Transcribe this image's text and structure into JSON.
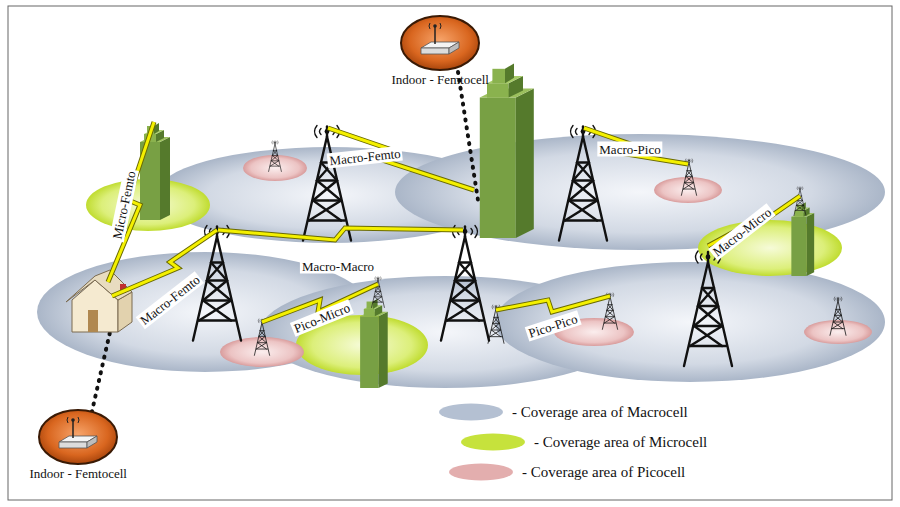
{
  "diagram": {
    "nodes": [
      {
        "text": [
          "Indoor - Femtocell"
        ]
      },
      {
        "text": [
          "Indoor - Femtocell"
        ]
      }
    ],
    "labels": [
      "Macro-Femto",
      "Macro-Pico",
      "Micro-Femto",
      "Macro-Macro",
      "Macro-Micro",
      "Macro-Femto",
      "Pico-Micro",
      "Pico-Pico"
    ],
    "legend": [
      {
        "text": "- Coverage area of Macrocell",
        "color": "#b4c0d2"
      },
      {
        "text": "- Coverage area of Microcell",
        "color": "#c6e23c"
      },
      {
        "text": "- Coverage area of Picocell",
        "color": "#e3aeae"
      }
    ]
  }
}
